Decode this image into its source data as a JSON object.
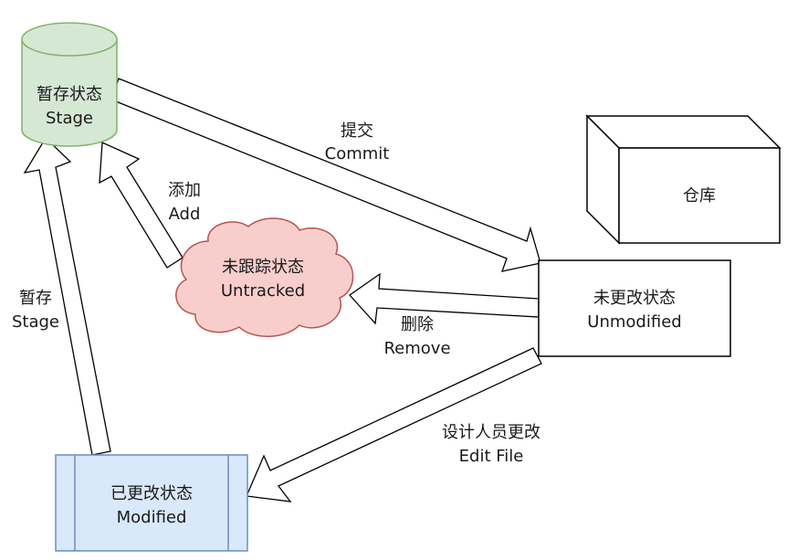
{
  "nodes": {
    "stage": {
      "line1": "暂存状态",
      "line2": "Stage",
      "fill": "#d5e8d4",
      "stroke": "#82b366"
    },
    "repo": {
      "line1": "仓库"
    },
    "untracked": {
      "line1": "未跟踪状态",
      "line2": "Untracked",
      "fill": "#f8cecc",
      "stroke": "#b85450"
    },
    "unmodified": {
      "line1": "未更改状态",
      "line2": "Unmodified"
    },
    "modified": {
      "line1": "已更改状态",
      "line2": "Modified",
      "fill": "#dae8fc",
      "stroke": "#6c8ebf"
    }
  },
  "edges": {
    "commit": {
      "line1": "提交",
      "line2": "Commit"
    },
    "add": {
      "line1": "添加",
      "line2": "Add"
    },
    "remove": {
      "line1": "删除",
      "line2": "Remove"
    },
    "edit": {
      "line1": "设计人员更改",
      "line2": "Edit File"
    },
    "stage": {
      "line1": "暂存",
      "line2": "Stage"
    }
  }
}
